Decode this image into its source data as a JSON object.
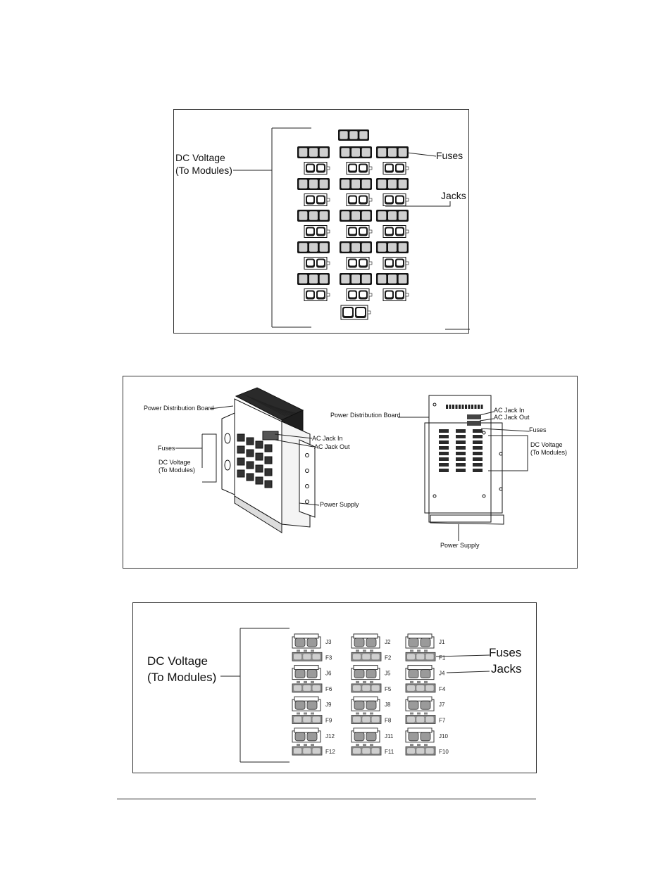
{
  "figure1": {
    "dc_voltage_line1": "DC Voltage",
    "dc_voltage_line2": "(To Modules)",
    "fuses": "Fuses",
    "jacks": "Jacks"
  },
  "figure2": {
    "left": {
      "power_distribution_board": "Power Distribution Board",
      "ac_jack_in": "AC Jack In",
      "ac_jack_out": "AC Jack Out",
      "fuses": "Fuses",
      "dc_voltage_line1": "DC Voltage",
      "dc_voltage_line2": "(To Modules)",
      "power_supply": "Power Supply"
    },
    "right": {
      "power_distribution_board": "Power Distribution Board",
      "ac_jack_in": "AC Jack In",
      "ac_jack_out": "AC Jack Out",
      "fuses": "Fuses",
      "dc_voltage_line1": "DC Voltage",
      "dc_voltage_line2": "(To Modules)",
      "power_supply": "Power Supply"
    }
  },
  "figure3": {
    "dc_voltage_line1": "DC Voltage",
    "dc_voltage_line2": "(To Modules)",
    "fuses": "Fuses",
    "jacks": "Jacks",
    "rows": [
      {
        "kind": "jack",
        "labels": [
          "J3",
          "J2",
          "J1"
        ]
      },
      {
        "kind": "fuse",
        "labels": [
          "F3",
          "F2",
          "F1"
        ]
      },
      {
        "kind": "jack",
        "labels": [
          "J6",
          "J5",
          "J4"
        ]
      },
      {
        "kind": "fuse",
        "labels": [
          "F6",
          "F5",
          "F4"
        ]
      },
      {
        "kind": "jack",
        "labels": [
          "J9",
          "J8",
          "J7"
        ]
      },
      {
        "kind": "fuse",
        "labels": [
          "F9",
          "F8",
          "F7"
        ]
      },
      {
        "kind": "jack",
        "labels": [
          "J12",
          "J11",
          "J10"
        ]
      },
      {
        "kind": "fuse",
        "labels": [
          "F12",
          "F11",
          "F10"
        ]
      }
    ]
  }
}
